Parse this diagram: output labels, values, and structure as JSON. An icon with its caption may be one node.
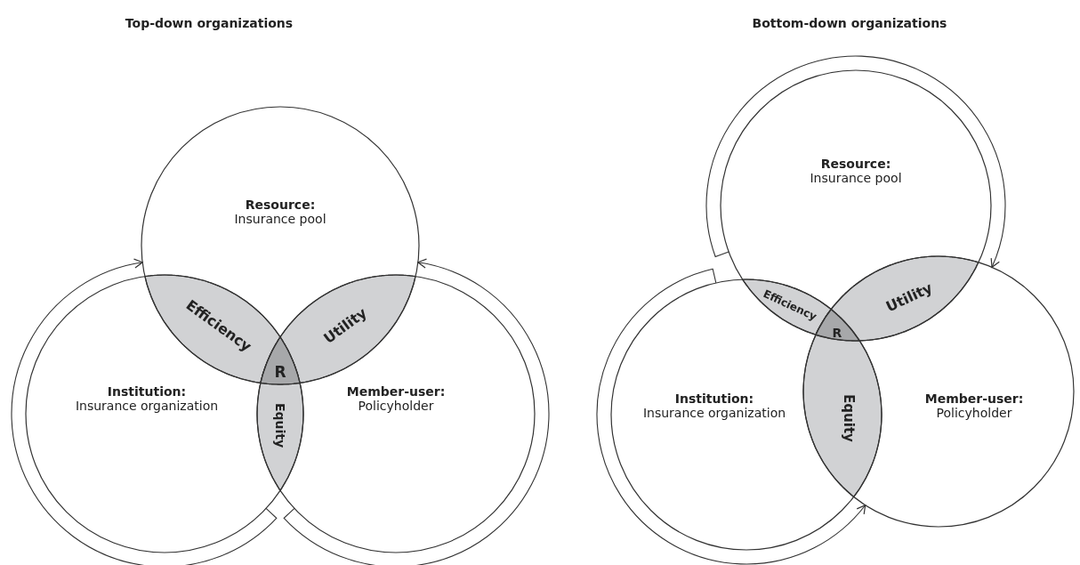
{
  "diagram": {
    "nodes": [
      {
        "text": [
          "Resource:",
          "Insurance pool"
        ]
      },
      {
        "text": [
          "Efficiency"
        ]
      },
      {
        "text": [
          "Utility"
        ]
      },
      {
        "text": [
          "R"
        ]
      },
      {
        "text": [
          "Institution:",
          "Insurance organization"
        ]
      },
      {
        "text": [
          "Equity"
        ]
      },
      {
        "text": [
          "Member-user:",
          "Policyholder"
        ]
      },
      {
        "text": [
          "Resource:",
          "Insurance pool"
        ]
      },
      {
        "text": [
          "Efficiency"
        ]
      },
      {
        "text": [
          "Utility"
        ]
      },
      {
        "text": [
          "R"
        ]
      },
      {
        "text": [
          "Institution:",
          "Insurance organization"
        ]
      },
      {
        "text": [
          "Equity"
        ]
      },
      {
        "text": [
          "Member-user:",
          "Policyholder"
        ]
      }
    ],
    "edges": [
      {
        "from": 4,
        "to": 0,
        "arrow": "to"
      },
      {
        "from": 6,
        "to": 0,
        "arrow": "to"
      },
      {
        "from": 7,
        "to": 13,
        "arrow": "to"
      },
      {
        "from": 11,
        "to": 13,
        "arrow": "to"
      }
    ],
    "labels": [
      "Top-down organizations",
      "Bottom-down organizations"
    ]
  }
}
